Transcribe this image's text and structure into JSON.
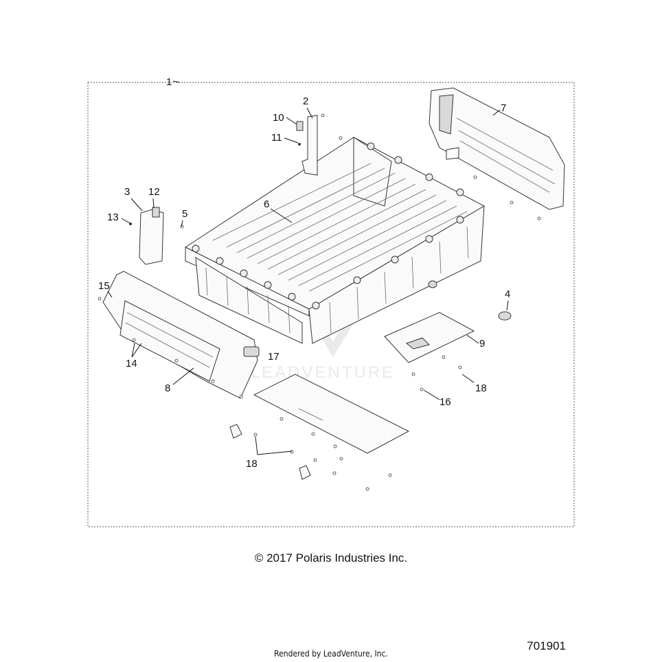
{
  "callouts": {
    "c1": "1",
    "c2": "2",
    "c3": "3",
    "c4": "4",
    "c5": "5",
    "c6": "6",
    "c7": "7",
    "c8": "8",
    "c9": "9",
    "c10": "10",
    "c11": "11",
    "c12": "12",
    "c13": "13",
    "c14": "14",
    "c15": "15",
    "c16": "16",
    "c17": "17",
    "c18a": "18",
    "c18b": "18"
  },
  "watermark": "LEADVENTURE",
  "copyright": "© 2017 Polaris Industries Inc.",
  "diagram_id": "701901",
  "rendered_by": "Rendered by LeadVenture, Inc."
}
